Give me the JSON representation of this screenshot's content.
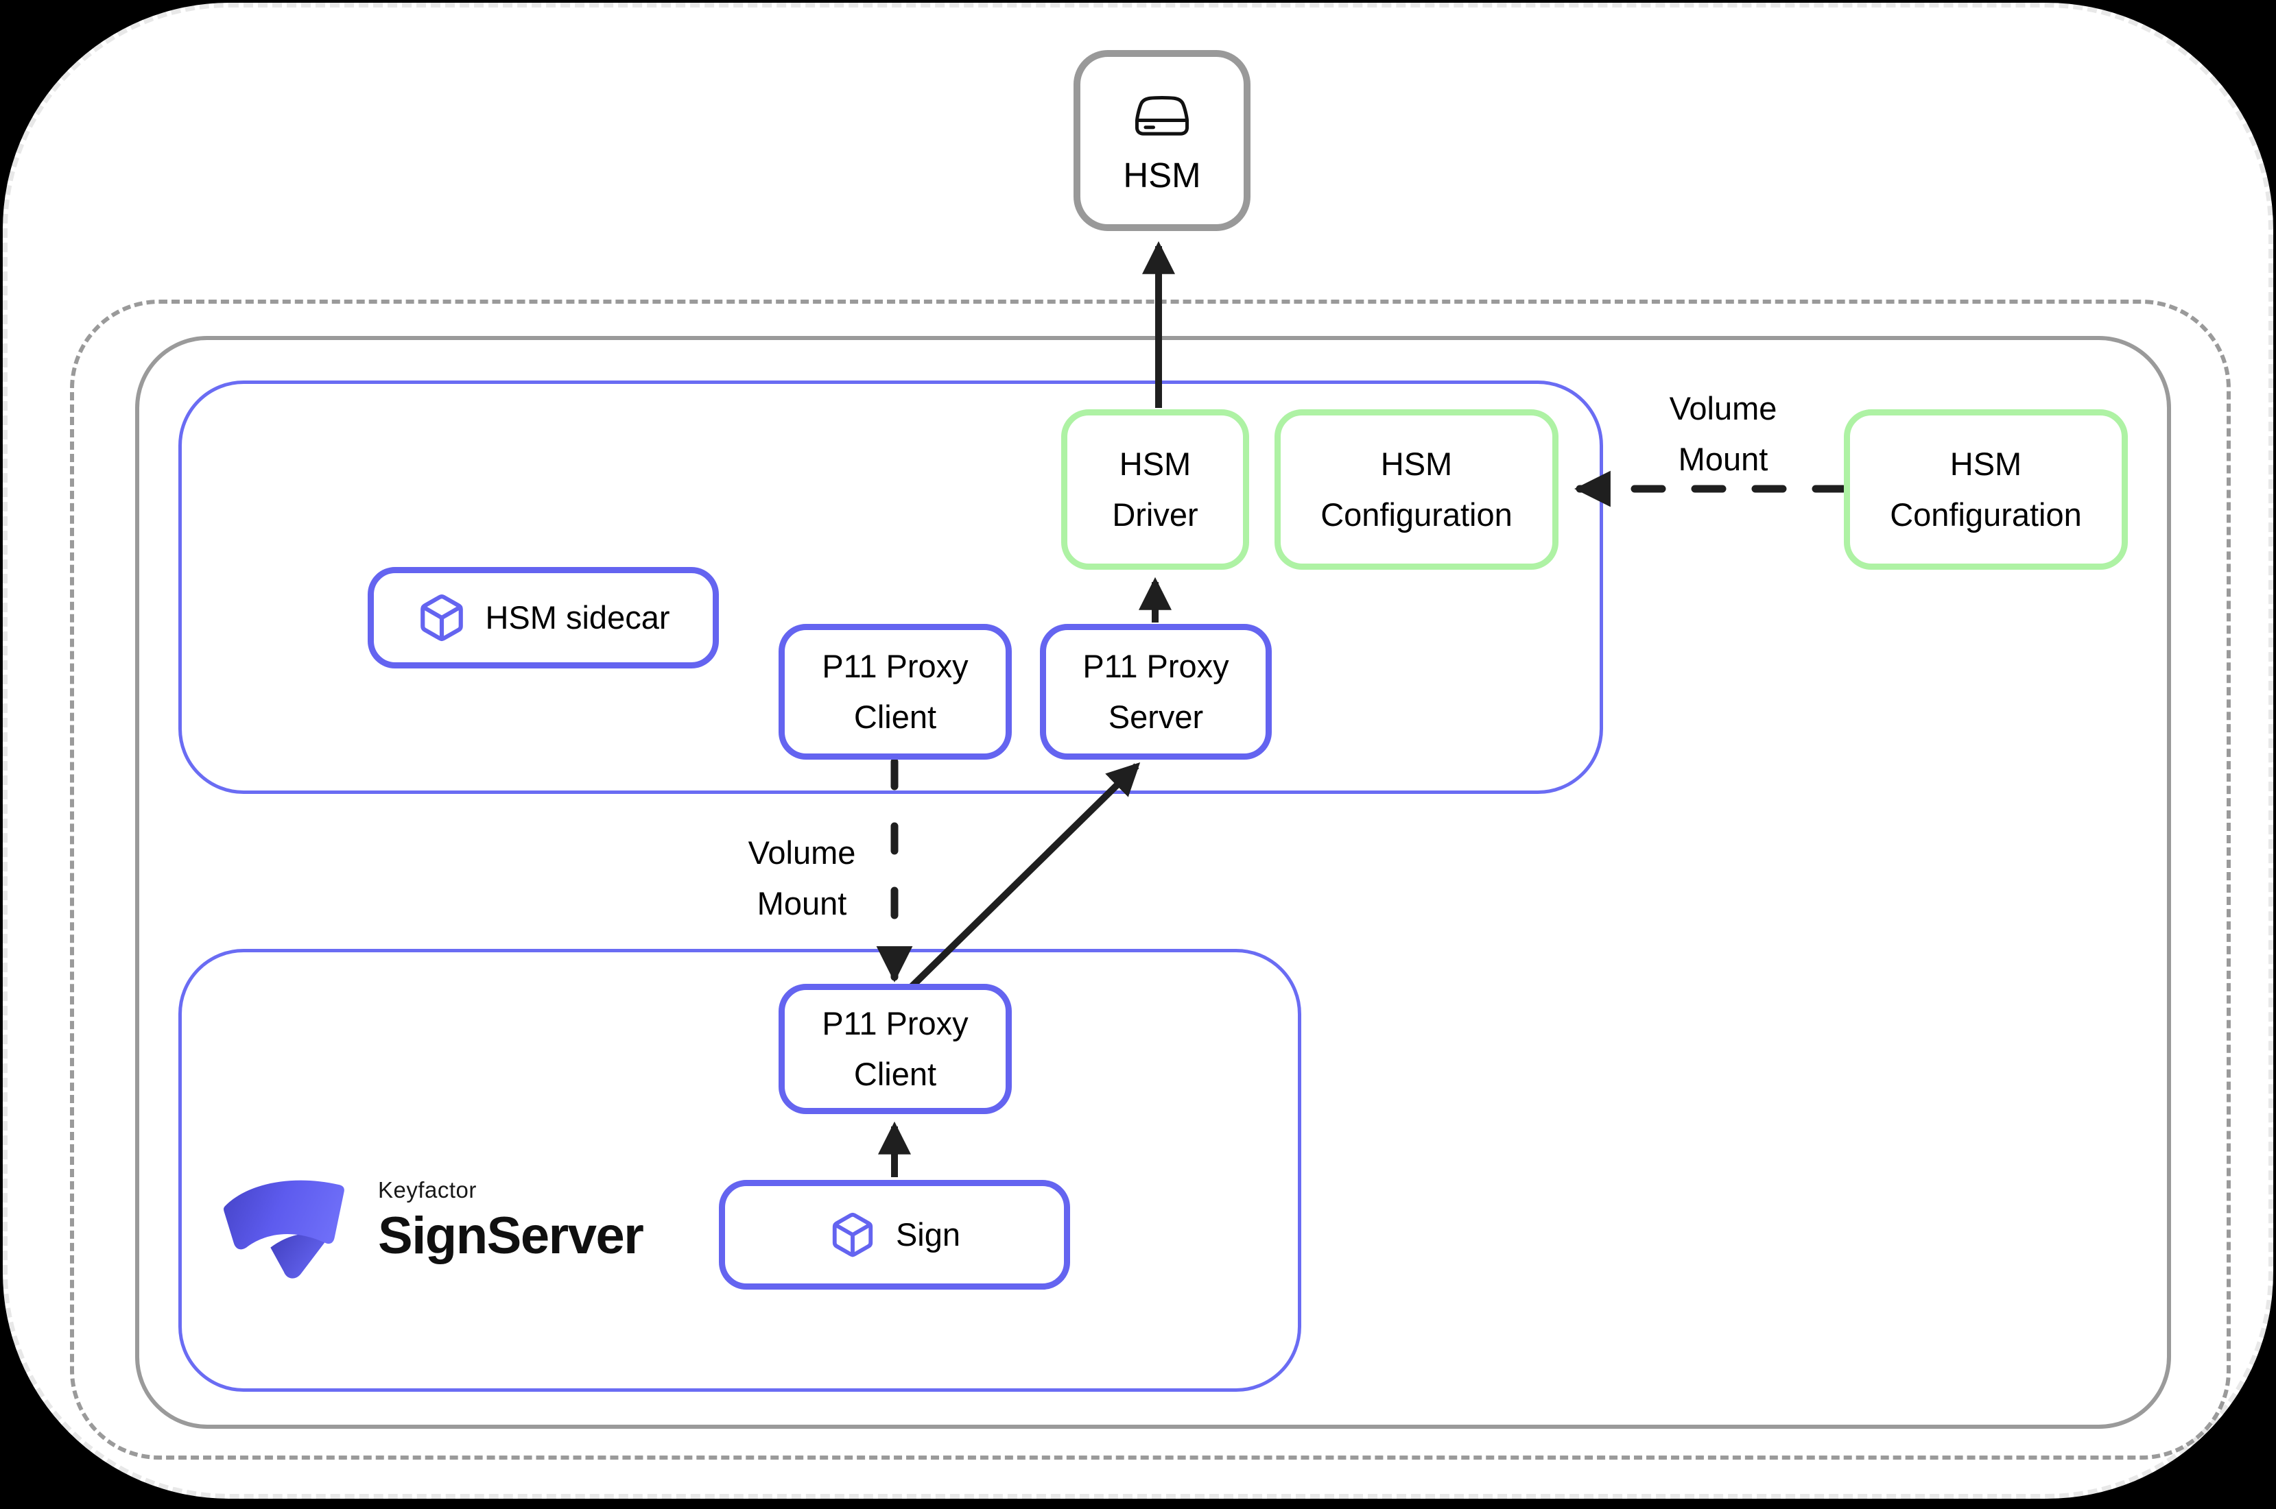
{
  "colors": {
    "box_blue": "#6464F0",
    "container_blue": "#6A6CF3",
    "box_green": "#AEF2A4",
    "boundary_gray": "#9A9A9A",
    "arrow_black": "#1F1F1F",
    "canvas_edge_dashed": "#E8E8E8",
    "logo_gradient_start": "#4644C8",
    "logo_gradient_end": "#6E6EF8"
  },
  "nodes": {
    "hsm": {
      "label": "HSM",
      "icon": "drive-icon"
    },
    "hsm_driver": {
      "label": "HSM\nDriver"
    },
    "hsm_configuration_inner": {
      "label": "HSM\nConfiguration"
    },
    "hsm_configuration_external": {
      "label": "HSM\nConfiguration"
    },
    "hsm_sidecar": {
      "label": "HSM sidecar",
      "icon": "cube-icon"
    },
    "p11_proxy_client_top": {
      "label": "P11 Proxy\nClient"
    },
    "p11_proxy_server": {
      "label": "P11 Proxy\nServer"
    },
    "p11_proxy_client_bottom": {
      "label": "P11 Proxy\nClient"
    },
    "sign": {
      "label": "Sign",
      "icon": "cube-icon"
    }
  },
  "edges": [
    {
      "id": "driver-to-hsm",
      "from": "hsm_driver",
      "to": "hsm",
      "style": "solid"
    },
    {
      "id": "server-to-driver",
      "from": "p11_proxy_server",
      "to": "hsm_driver",
      "style": "solid"
    },
    {
      "id": "client-top-to-client-bottom",
      "from": "p11_proxy_client_top",
      "to": "p11_proxy_client_bottom",
      "style": "dashed",
      "label": "Volume\nMount"
    },
    {
      "id": "client-bottom-to-server",
      "from": "p11_proxy_client_bottom",
      "to": "p11_proxy_server",
      "style": "solid"
    },
    {
      "id": "sign-to-client-bottom",
      "from": "sign",
      "to": "p11_proxy_client_bottom",
      "style": "solid"
    },
    {
      "id": "config-external-to-inner",
      "from": "hsm_configuration_external",
      "to": "hsm_configuration_inner",
      "style": "dashed",
      "label": "Volume\nMount"
    }
  ],
  "logo": {
    "brand": "Keyfactor",
    "product": "SignServer"
  }
}
